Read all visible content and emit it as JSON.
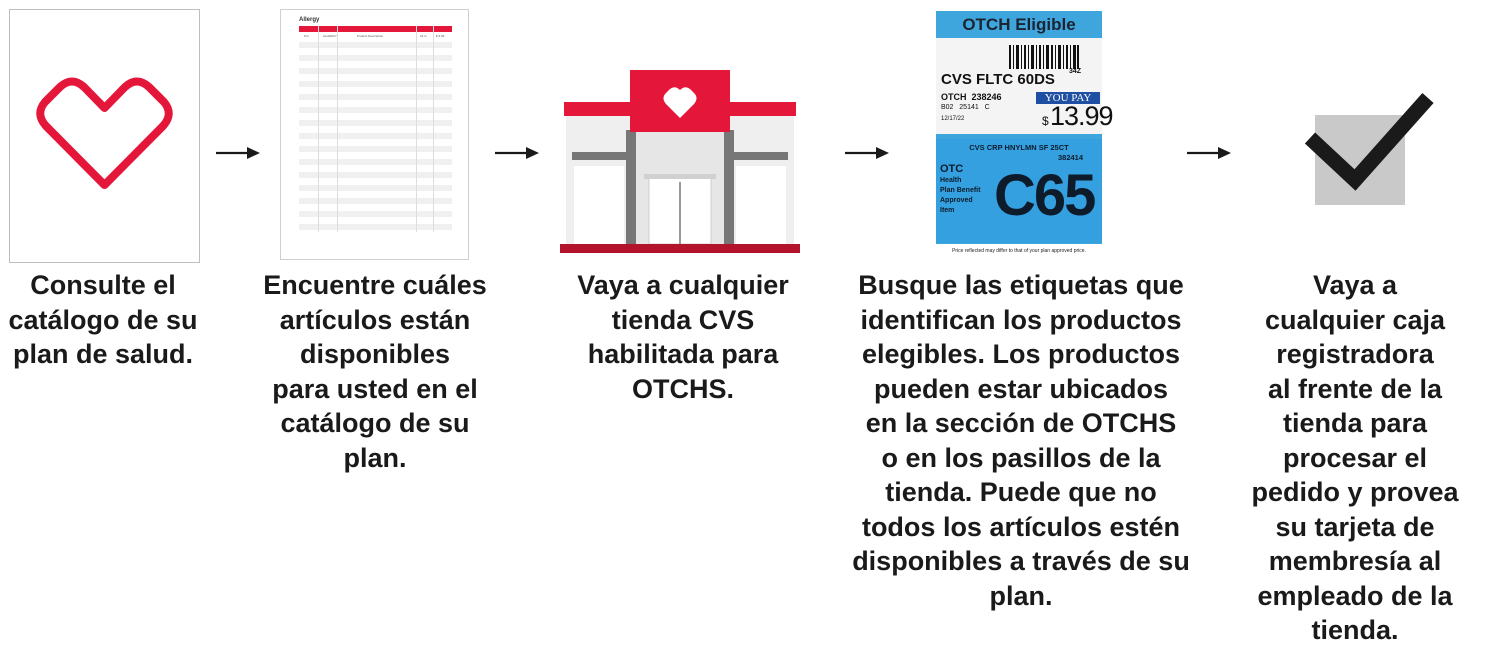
{
  "steps": [
    {
      "caption": "Consulte el\ncatálogo de su\nplan de salud."
    },
    {
      "caption": "Encuentre cuáles\nartículos están\ndisponibles\npara usted en el\ncatálogo de su\nplan."
    },
    {
      "caption": "Vaya a cualquier\ntienda CVS\nhabilitada para\nOTCHS."
    },
    {
      "caption": "Busque las etiquetas que\nidentifican los productos\nelegibles. Los productos\npueden estar ubicados\nen la sección de OTCHS\no en los pasillos de la\ntienda. Puede que no\ntodos los artículos estén\ndisponibles a través de su\nplan."
    },
    {
      "caption": "Vaya a\ncualquier caja\nregistradora\nal frente de la\ntienda para\nprocesar el\npedido y provea\nsu tarjeta de\nmembresía al\nempleado de la\ntienda."
    }
  ],
  "document": {
    "title": "Allergy",
    "row_category": "Pnt",
    "row_code": "ALLERGY",
    "row_description": "Product Description",
    "row_size": "24 ct",
    "row_price": "$ 9.99"
  },
  "label": {
    "header": "OTCH Eligible",
    "product": "CVS FLTC 60DS",
    "product_suffix": "34Z",
    "otch_line": "OTCH  238246",
    "you_pay": "YOU PAY",
    "code_line": "B02   25141   C",
    "date": "12/17/22",
    "price_symbol": "$",
    "price": "13.99",
    "item_name": "CVS CRP HNYLMN SF 25CT",
    "item_number": "382414",
    "otc": "OTC",
    "benefit_1": "Health",
    "benefit_2": "Plan Benefit",
    "benefit_3": "Approved",
    "benefit_4": "Item",
    "big_code": "C65",
    "footer": "Price reflected may differ to that of your plan approved price."
  },
  "colors": {
    "cvs_red": "#e4173b",
    "label_blue": "#3fa6dd",
    "check_gray": "#c9c9c9",
    "text": "#1a1a1a"
  },
  "icons": [
    "heart-outline-icon",
    "document-icon",
    "store-icon",
    "shelf-label-icon",
    "checkmark-icon",
    "arrow-right-icon"
  ]
}
